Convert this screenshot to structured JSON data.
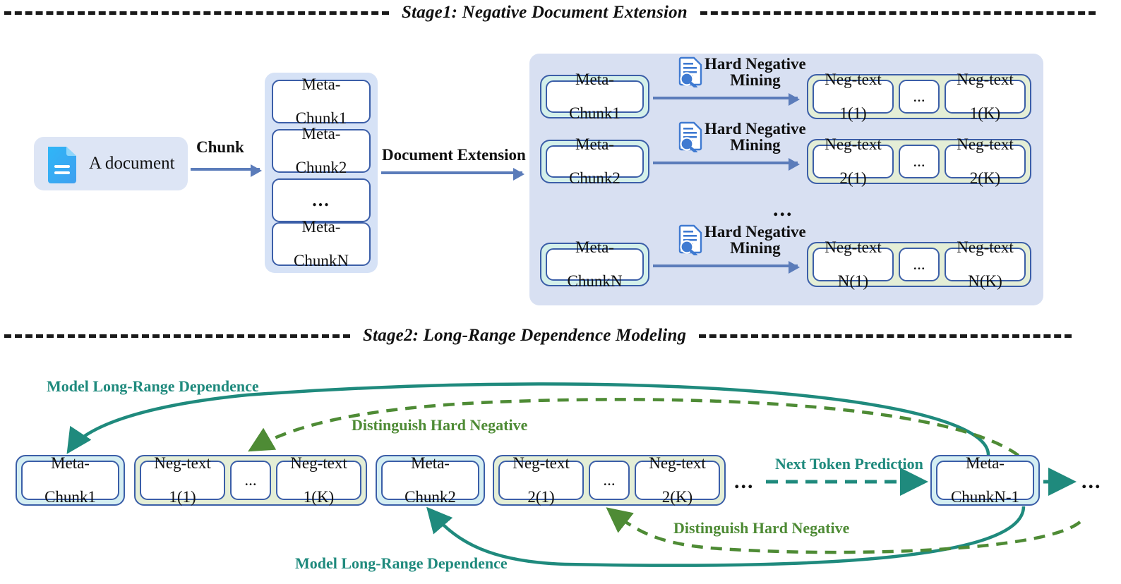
{
  "stage1": {
    "title": "Stage1: Negative Document Extension",
    "source_label": "A document",
    "source_icon": "document-icon",
    "arrow1_label": "Chunk",
    "arrow2_label": "Document Extension",
    "chunks": [
      {
        "l1": "Meta-",
        "l2": "Chunk1"
      },
      {
        "l1": "Meta-",
        "l2": "Chunk2"
      },
      {
        "l1": "...",
        "l2": ""
      },
      {
        "l1": "Meta-",
        "l2": "ChunkN"
      }
    ],
    "mining_label_l1": "Hard Negative",
    "mining_label_l2": "Mining",
    "mining_icon": "document-search-icon",
    "rows": [
      {
        "chunk_l1": "Meta-",
        "chunk_l2": "Chunk1",
        "neg_first_l1": "Neg-text",
        "neg_first_l2": "1(1)",
        "neg_dots": "...",
        "neg_last_l1": "Neg-text",
        "neg_last_l2": "1(K)"
      },
      {
        "chunk_l1": "Meta-",
        "chunk_l2": "Chunk2",
        "neg_first_l1": "Neg-text",
        "neg_first_l2": "2(1)",
        "neg_dots": "...",
        "neg_last_l1": "Neg-text",
        "neg_last_l2": "2(K)"
      },
      {
        "chunk_l1": "Meta-",
        "chunk_l2": "ChunkN",
        "neg_first_l1": "Neg-text",
        "neg_first_l2": "N(1)",
        "neg_dots": "...",
        "neg_last_l1": "Neg-text",
        "neg_last_l2": "N(K)"
      }
    ],
    "panel_vertical_dots": "..."
  },
  "stage2": {
    "title": "Stage2: Long-Range Dependence Modeling",
    "chunk1_l1": "Meta-",
    "chunk1_l2": "Chunk1",
    "neg1_first_l1": "Neg-text",
    "neg1_first_l2": "1(1)",
    "neg1_dots": "...",
    "neg1_last_l1": "Neg-text",
    "neg1_last_l2": "1(K)",
    "chunk2_l1": "Meta-",
    "chunk2_l2": "Chunk2",
    "neg2_first_l1": "Neg-text",
    "neg2_first_l2": "2(1)",
    "neg2_dots": "...",
    "neg2_last_l1": "Neg-text",
    "neg2_last_l2": "2(K)",
    "mid_dots": "...",
    "next_token_label": "Next Token Prediction",
    "chunkN_l1": "Meta-",
    "chunkN_l2": "ChunkN-1",
    "tail_dots": "...",
    "label_model_top": "Model Long-Range Dependence",
    "label_distinguish_top": "Distinguish Hard Negative",
    "label_distinguish_bottom": "Distinguish Hard Negative",
    "label_model_bottom": "Model Long-Range Dependence"
  },
  "colors": {
    "panel_blue": "#d8e0f2",
    "box_border": "#3b5ea8",
    "arrow_blue": "#5b7cba",
    "mint": "#d4f0ea",
    "green_group": "#e4eed6",
    "teal": "#1f8a7d",
    "green": "#4e8b35"
  }
}
